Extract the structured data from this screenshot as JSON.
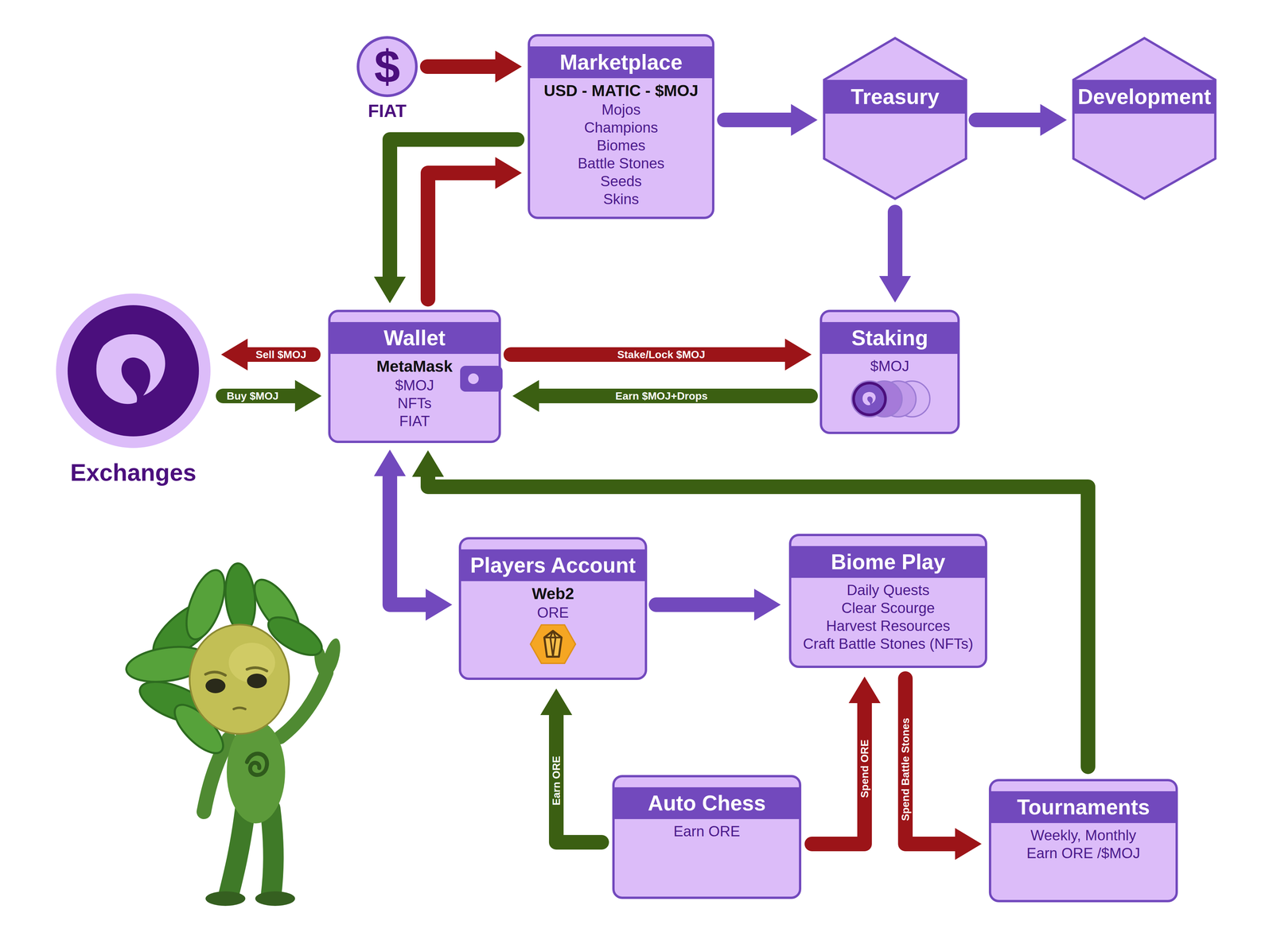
{
  "diagram": {
    "nodes": [
      {
        "text": [
          "$",
          "FIAT"
        ]
      },
      {
        "text": [
          "Marketplace",
          "USD - MATIC - $MOJ",
          "Mojos",
          "Champions",
          "Biomes",
          "Battle Stones",
          "Seeds",
          "Skins"
        ]
      },
      {
        "text": [
          "Treasury"
        ]
      },
      {
        "text": [
          "Development"
        ]
      },
      {
        "text": [
          "Exchanges"
        ]
      },
      {
        "text": [
          "Wallet",
          "MetaMask",
          "$MOJ",
          "NFTs",
          "FIAT"
        ]
      },
      {
        "text": [
          "Staking",
          "$MOJ"
        ]
      },
      {
        "text": [
          "Players Account",
          "Web2",
          "ORE"
        ]
      },
      {
        "text": [
          "Biome Play",
          "Daily Quests",
          "Clear Scourge",
          "Harvest Resources",
          "Craft Battle Stones (NFTs)"
        ]
      },
      {
        "text": [
          "Auto Chess",
          "Earn ORE"
        ]
      },
      {
        "text": [
          "Tournaments",
          "Weekly, Monthly",
          "Earn ORE /$MOJ"
        ]
      }
    ],
    "edges": [
      {
        "from": 0,
        "to": 1,
        "arrow": "to"
      },
      {
        "from": 1,
        "to": 5,
        "arrow": "to"
      },
      {
        "from": 5,
        "to": 1,
        "arrow": "to"
      },
      {
        "from": 1,
        "to": 2,
        "arrow": "to"
      },
      {
        "from": 2,
        "to": 3,
        "arrow": "to"
      },
      {
        "from": 2,
        "to": 6,
        "arrow": "to"
      },
      {
        "from": 5,
        "to": 4,
        "label": "Sell $MOJ",
        "arrow": "to"
      },
      {
        "from": 4,
        "to": 5,
        "label": "Buy $MOJ",
        "arrow": "to"
      },
      {
        "from": 5,
        "to": 6,
        "label": "Stake/Lock $MOJ",
        "arrow": "to"
      },
      {
        "from": 6,
        "to": 5,
        "label": "Earn $MOJ+Drops",
        "arrow": "to"
      },
      {
        "from": 5,
        "to": 7,
        "arrow": "both"
      },
      {
        "from": 7,
        "to": 8,
        "arrow": "to"
      },
      {
        "from": 10,
        "to": 5,
        "arrow": "to"
      },
      {
        "from": 9,
        "to": 7,
        "label": "Earn ORE",
        "arrow": "to"
      },
      {
        "from": 9,
        "to": 8,
        "label": "Spend ORE",
        "arrow": "to"
      },
      {
        "from": 8,
        "to": 10,
        "label": "Spend Battle Stones",
        "arrow": "to"
      }
    ]
  }
}
